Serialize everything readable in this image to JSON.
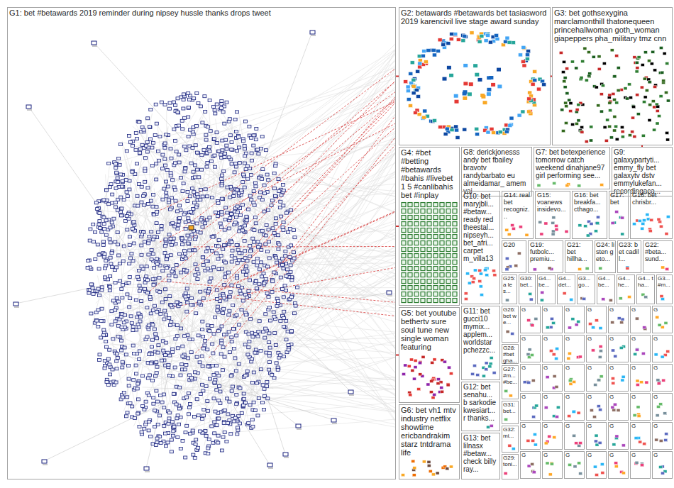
{
  "diagram": {
    "nodes": [
      {
        "text": [
          "G1: bet #betawards 2019 reminder during nipsey hussle thanks drops tweet"
        ]
      },
      {
        "text": [
          "G2: betawards #betawards bet tasiasword 2019 karencivil live stage award sunday"
        ]
      },
      {
        "text": [
          "G3: bet gothsexygina marclamonthill thatonequeen princehallwoman goth_woman giapeppers pha_military tmz cnn"
        ]
      },
      {
        "text": [
          "G4: #bet #betting #betawards #bahis #livebet 1 5 #canlibahis bet #inplay"
        ]
      },
      {
        "text": [
          "G8: derickjonesss andy bet fbailey bravotv randybarbato eu almeidamar_ amem vai"
        ]
      },
      {
        "text": [
          "G7: bet betexperience tomorrow catch weekend dinahjane97 girl performing see..."
        ]
      },
      {
        "text": [
          "G9: galaxypartyti... emmy_fly bet galaxytv dstv emmylukefan... recordingaca..."
        ]
      },
      {
        "text": [
          "G10: bet maryjbli... #betaw... ready red theestal... nipseyh... bet_afri... carpet m_villa13"
        ]
      },
      {
        "text": [
          "G14: real bet recogniz..."
        ]
      },
      {
        "text": [
          "G15: voanews insidevo..."
        ]
      },
      {
        "text": [
          "G16: bet breakfa... cthago..."
        ]
      },
      {
        "text": [
          "G17: bet"
        ]
      },
      {
        "text": [
          "G18: bet chrisbr..."
        ]
      },
      {
        "text": [
          "G20"
        ]
      },
      {
        "text": [
          "G19: futbolc... premiu..."
        ]
      },
      {
        "text": [
          "G21: bet hillha..."
        ]
      },
      {
        "text": [
          "G24: listen geto..."
        ]
      },
      {
        "text": [
          "G23: bet cadill..."
        ]
      },
      {
        "text": [
          "G22: #beta... sund..."
        ]
      },
      {
        "text": [
          "G25: a les..."
        ]
      },
      {
        "text": [
          "G30: bet..."
        ]
      },
      {
        "text": [
          "G4... be..."
        ]
      },
      {
        "text": [
          "G4... det..."
        ]
      },
      {
        "text": [
          "G3... go..."
        ]
      },
      {
        "text": [
          "G4... be..."
        ]
      },
      {
        "text": [
          "G4... he..."
        ]
      },
      {
        "text": [
          "G4... tha..."
        ]
      },
      {
        "text": [
          "G3... #m..."
        ]
      },
      {
        "text": [
          "G5: bet youtube bethertv sure soul tune new single woman featuring"
        ]
      },
      {
        "text": [
          "G6: bet vh1 mtv industry netflix showtime ericbandrakim starz tntdrama life"
        ]
      },
      {
        "text": [
          "G11: bet gucci10 mymix... applem... worldstar pchezzc..."
        ]
      },
      {
        "text": [
          "G12: bet senahu... b sarkodie kwesiart... r thanks..."
        ]
      },
      {
        "text": [
          "G13: bet lilnasx #betaw... check billy ray..."
        ]
      },
      {
        "text": [
          "G26: bet we..."
        ]
      },
      {
        "text": [
          "G28: #bet gha..."
        ]
      },
      {
        "text": [
          "G27: #m... #be..."
        ]
      },
      {
        "text": [
          "G31: bet..."
        ]
      },
      {
        "text": [
          "G32: mi..."
        ]
      },
      {
        "text": [
          "G29: toni..."
        ]
      },
      {
        "text": [
          "G"
        ]
      },
      {
        "text": [
          "G"
        ]
      },
      {
        "text": [
          "G"
        ]
      },
      {
        "text": [
          "G"
        ]
      },
      {
        "text": [
          "G"
        ]
      },
      {
        "text": [
          "G"
        ]
      },
      {
        "text": [
          "G"
        ]
      },
      {
        "text": [
          "G"
        ]
      },
      {
        "text": [
          "G"
        ]
      },
      {
        "text": [
          "G"
        ]
      },
      {
        "text": [
          "G"
        ]
      },
      {
        "text": [
          "G"
        ]
      },
      {
        "text": [
          "G"
        ]
      },
      {
        "text": [
          "G"
        ]
      },
      {
        "text": [
          "G"
        ]
      },
      {
        "text": [
          "G"
        ]
      },
      {
        "text": [
          "G"
        ]
      },
      {
        "text": [
          "G"
        ]
      },
      {
        "text": [
          "G"
        ]
      },
      {
        "text": [
          "G"
        ]
      },
      {
        "text": [
          "G"
        ]
      },
      {
        "text": [
          "G"
        ]
      },
      {
        "text": [
          "G"
        ]
      },
      {
        "text": [
          "G"
        ]
      },
      {
        "text": [
          "G"
        ]
      },
      {
        "text": [
          "G"
        ]
      },
      {
        "text": [
          "G"
        ]
      },
      {
        "text": [
          "G"
        ]
      },
      {
        "text": [
          "G"
        ]
      },
      {
        "text": [
          "G"
        ]
      },
      {
        "text": [
          "G"
        ]
      },
      {
        "text": [
          "G"
        ]
      },
      {
        "text": [
          "G"
        ]
      },
      {
        "text": [
          "G"
        ]
      },
      {
        "text": [
          "G"
        ]
      },
      {
        "text": [
          "G"
        ]
      },
      {
        "text": [
          "G"
        ]
      },
      {
        "text": [
          "G"
        ]
      },
      {
        "text": [
          "G"
        ]
      },
      {
        "text": [
          "G"
        ]
      },
      {
        "text": [
          "G"
        ]
      },
      {
        "text": [
          "G"
        ]
      }
    ],
    "edges": [
      {
        "from": 0,
        "to": 1,
        "arrow": "none"
      },
      {
        "from": 0,
        "to": 3,
        "arrow": "none"
      },
      {
        "from": 0,
        "to": 28,
        "arrow": "none"
      },
      {
        "from": 1,
        "to": 2,
        "arrow": "none"
      },
      {
        "from": 2,
        "to": 6,
        "arrow": "none"
      }
    ]
  }
}
